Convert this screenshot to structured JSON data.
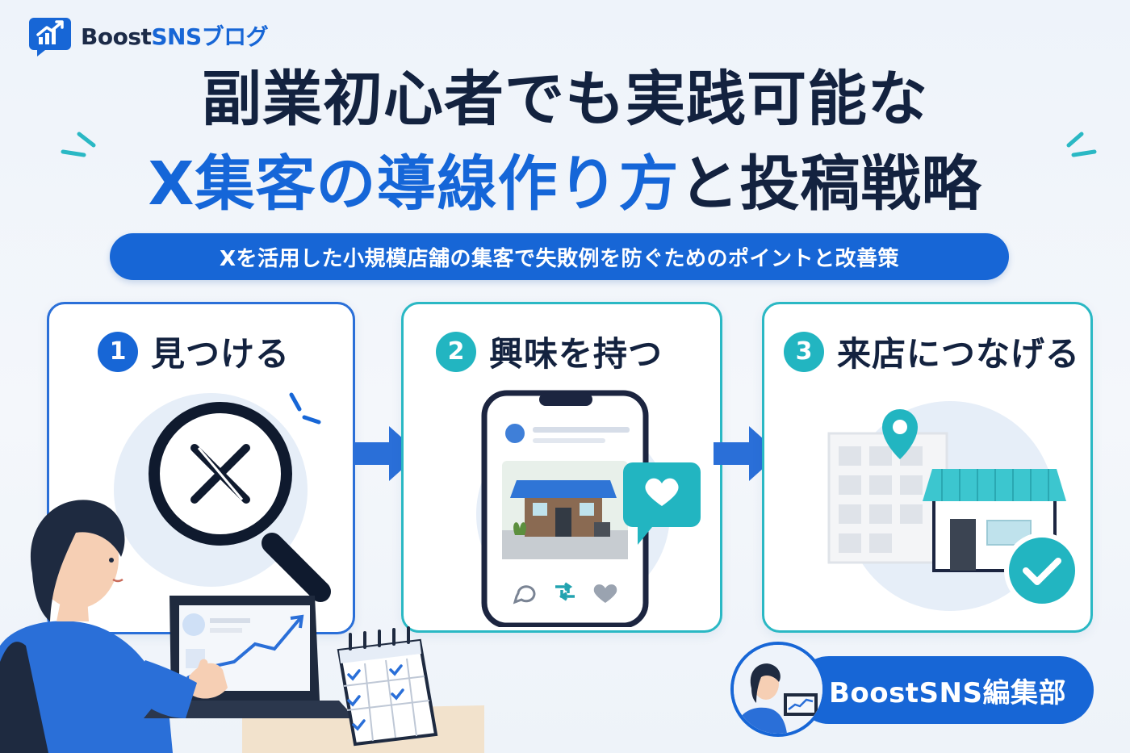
{
  "brand": {
    "name_part1": "Boost",
    "name_part2": "SNSブログ"
  },
  "title": {
    "line1": "副業初心者でも実践可能な",
    "line2_blue": "X集客の導線作り方",
    "line2_dark": "と投稿戦略"
  },
  "subtitle": "Xを活用した小規模店舗の集客で失敗例を防ぐためのポイントと改善策",
  "steps": [
    {
      "number": "1",
      "label": "見つける",
      "icon": "x-logo-magnifier-icon"
    },
    {
      "number": "2",
      "label": "興味を持つ",
      "icon": "smartphone-post-icon"
    },
    {
      "number": "3",
      "label": "来店につなげる",
      "icon": "store-map-pin-icon"
    }
  ],
  "editor": {
    "label": "BoostSNS編集部"
  },
  "colors": {
    "blue": "#1766d6",
    "teal": "#22b5c1",
    "navy": "#13223f",
    "background": "#eef3fa"
  }
}
